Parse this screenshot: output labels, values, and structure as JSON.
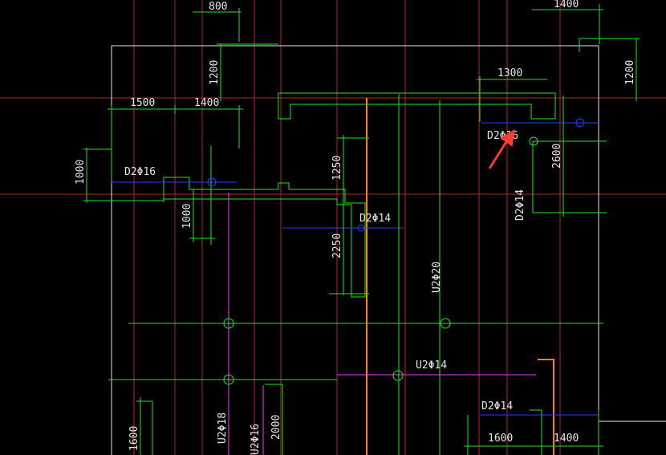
{
  "colors": {
    "background": "#000000",
    "axis_red": "#b4282a",
    "dimension_green": "#1ee61e",
    "slab_white": "#e6e6e6",
    "rebar_orange": "#ff7f1e",
    "rebar_magenta": "#e646e6",
    "rebar_blue": "#2d3cff",
    "annotation_text": "#e6e6e6",
    "arrow_red": "#ff3c32"
  },
  "dimensions": {
    "d800": "800",
    "d1400_top": "1400",
    "d1200_left": "1200",
    "d1200_right": "1200",
    "d1300": "1300",
    "d1500": "1500",
    "d1400_mid": "1400",
    "d1000_left": "1000",
    "d1000_inner": "1000",
    "d1250": "1250",
    "d2250": "2250",
    "d2600": "2600",
    "d1600_left": "1600",
    "d2000": "2000",
    "d1600_bottom": "1600",
    "d1400_bottom": "1400"
  },
  "rebar_labels": {
    "d2_16_left": "D2Φ16",
    "d2_16_right": "D2Φ16",
    "d2_14_center": "D2Φ14",
    "d2_14_right": "D2Φ14",
    "d2_14_bottom": "D2Φ14",
    "u2_20": "U2Φ20",
    "u2_14": "U2Φ14",
    "u2_18": "U2Φ18",
    "u2_16": "U2Φ16"
  },
  "icons": {
    "arrow": "red-pointer-arrow"
  }
}
